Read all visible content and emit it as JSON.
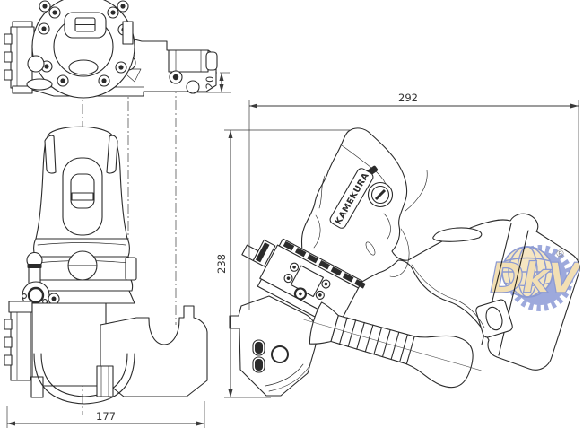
{
  "brand": {
    "label": "KAMEKURA"
  },
  "dimensions": {
    "offset": {
      "value": "20"
    },
    "length": {
      "value": "292"
    },
    "height": {
      "value": "238"
    },
    "width": {
      "value": "177"
    }
  },
  "watermark": {
    "text": "DkV",
    "registered": "®",
    "gear_color": "#9da9dc",
    "globe_fill": "#f5e6c2",
    "letter_fill": "#f2dfb4",
    "letter_outline": "#8b99d2"
  },
  "style": {
    "line_color": "#2b2b2b",
    "dimension_color": "#3a3a3a",
    "background": "#ffffff"
  }
}
